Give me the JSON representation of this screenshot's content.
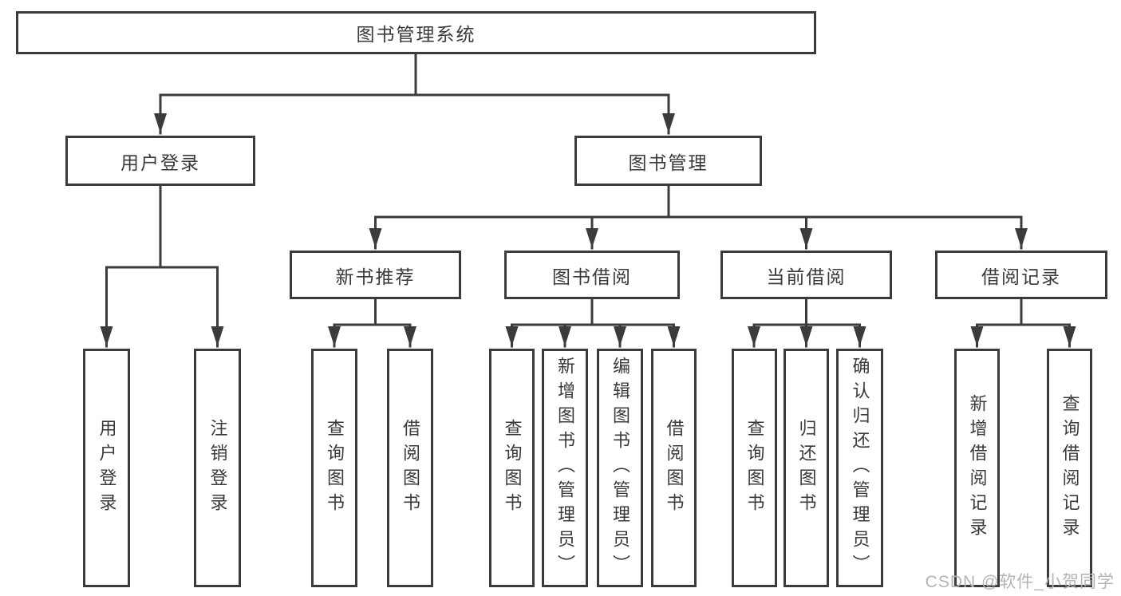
{
  "diagram": {
    "root": "图书管理系统",
    "level1": [
      {
        "label": "用户登录",
        "leaves": [
          "用户登录",
          "注销登录"
        ]
      },
      {
        "label": "图书管理",
        "sections": [
          {
            "label": "新书推荐",
            "leaves": [
              "查询图书",
              "借阅图书"
            ]
          },
          {
            "label": "图书借阅",
            "leaves": [
              "查询图书",
              "新增图书（管理员）",
              "编辑图书（管理员）",
              "借阅图书"
            ]
          },
          {
            "label": "当前借阅",
            "leaves": [
              "查询图书",
              "归还图书",
              "确认归还（管理员）"
            ]
          },
          {
            "label": "借阅记录",
            "leaves": [
              "新增借阅记录",
              "查询借阅记录"
            ]
          }
        ]
      }
    ]
  },
  "watermark": {
    "text": "CSDN @软件_小贺同学",
    "color": "#b4b4b4"
  },
  "colors": {
    "line": "#3b3b3b",
    "text": "#3a3a3a",
    "background": "#ffffff"
  }
}
